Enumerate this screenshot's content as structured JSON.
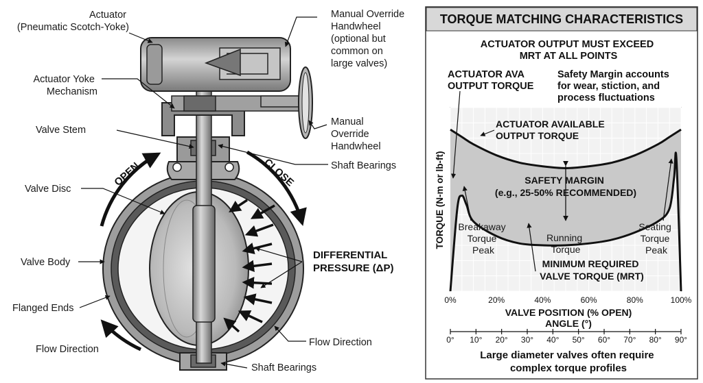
{
  "valve": {
    "actuator": [
      "Actuator",
      "(Pneumatic Scotch-Yoke)"
    ],
    "manual_override_top": [
      "Manual Override",
      "Handwheel",
      "(optional but",
      "common on",
      "large valves)"
    ],
    "yoke": [
      "Actuator Yoke",
      "Mechanism"
    ],
    "valve_stem": "Valve Stem",
    "manual_override_side": [
      "Manual",
      "Override",
      "Handwheel"
    ],
    "shaft_bearings_top": "Shaft Bearings",
    "open": "OPEN",
    "close": "CLOSE",
    "valve_disc": "Valve Disc",
    "differential_pressure": [
      "DIFFERENTIAL",
      "PRESSURE (ΔP)"
    ],
    "valve_body": "Valve Body",
    "flanged_ends": "Flanged Ends",
    "flow_direction_right": "Flow Direction",
    "flow_direction_left": "Flow Direction",
    "shaft_bearings_bottom": "Shaft Bearings"
  },
  "panel": {
    "title": "TORQUE MATCHING CHARACTERISTICS",
    "subtitle": [
      "ACTUATOR OUTPUT MUST EXCEED",
      "MRT AT ALL POINTS"
    ],
    "ava_note": [
      "ACTUATOR AVA",
      "OUTPUT TORQUE"
    ],
    "safety_note": [
      "Safety Margin accounts",
      "for wear, stiction, and",
      "process fluctuations"
    ],
    "actuator_curve_label": [
      "ACTUATOR AVAILABLE",
      "OUTPUT TORQUE"
    ],
    "safety_margin_label": [
      "SAFETY MARGIN",
      "(e.g., 25-50% RECOMMENDED)"
    ],
    "breakaway": [
      "Breakaway",
      "Torque",
      "Peak"
    ],
    "running": [
      "Running",
      "Torque"
    ],
    "seating": [
      "Seating",
      "Torque",
      "Peak"
    ],
    "mrt_label": [
      "MINIMUM REQUIRED",
      "VALVE TORQUE (MRT)"
    ],
    "footer": [
      "Large diameter valves often require",
      "complex torque profiles"
    ]
  },
  "chart_data": {
    "type": "line",
    "xlabel": "VALVE POSITION (% OPEN)",
    "ylabel": "TORQUE (N-m or lb-ft)",
    "x_ticks": [
      "0%",
      "20%",
      "40%",
      "60%",
      "80%",
      "100%"
    ],
    "secondary_axis_label": "ANGLE (°)",
    "secondary_ticks": [
      "0°",
      "10°",
      "20°",
      "30°",
      "40°",
      "50°",
      "60°",
      "70°",
      "80°",
      "90°"
    ],
    "xlim": [
      0,
      100
    ],
    "grid": true,
    "series": [
      {
        "name": "ACTUATOR AVAILABLE OUTPUT TORQUE",
        "x": [
          0,
          5,
          10,
          20,
          30,
          40,
          50,
          60,
          70,
          80,
          90,
          95,
          100
        ],
        "y": [
          88,
          84,
          80,
          74,
          70,
          68,
          67,
          68,
          70,
          74,
          80,
          84,
          88
        ]
      },
      {
        "name": "MINIMUM REQUIRED VALVE TORQUE (MRT)",
        "x": [
          0,
          3,
          5,
          7,
          10,
          20,
          30,
          40,
          50,
          60,
          70,
          80,
          90,
          95,
          97,
          98,
          100
        ],
        "y": [
          0,
          45,
          52,
          47,
          38,
          30,
          26,
          25,
          25,
          26,
          28,
          32,
          38,
          45,
          62,
          72,
          0
        ]
      }
    ]
  }
}
